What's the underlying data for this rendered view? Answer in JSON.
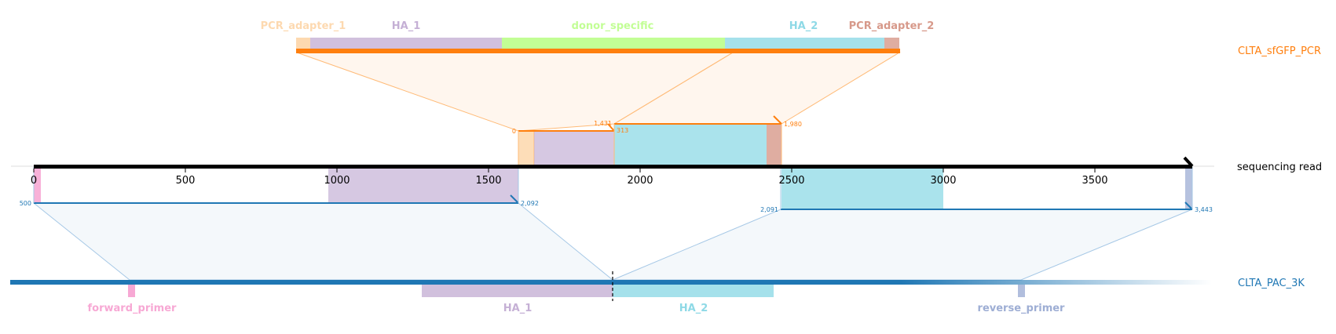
{
  "tracks": {
    "top": {
      "label": "CLTA_sfGFP_PCR",
      "color": "#ff7f0e"
    },
    "middle": {
      "label": "sequencing read",
      "color": "#000000"
    },
    "bottom": {
      "label": "CLTA_PAC_3K",
      "color": "#1f77b4"
    }
  },
  "top_features": [
    {
      "label": "PCR_adapter_1",
      "color": "#fdd9b0"
    },
    {
      "label": "HA_1",
      "color": "#c5b0d5"
    },
    {
      "label": "donor_specific",
      "color": "#c2fe95"
    },
    {
      "label": "HA_2",
      "color": "#8ed9e6"
    },
    {
      "label": "PCR_adapter_2",
      "color": "#d7998a"
    }
  ],
  "bottom_features": [
    {
      "label": "forward_primer",
      "color": "#f7a8d4"
    },
    {
      "label": "HA_1",
      "color": "#c5b0d5"
    },
    {
      "label": "HA_2",
      "color": "#8ed9e6"
    },
    {
      "label": "reverse_primer",
      "color": "#9eaed4"
    }
  ],
  "axis": {
    "ticks": [
      "0",
      "500",
      "1000",
      "1500",
      "2000",
      "2500",
      "3000",
      "3500"
    ]
  },
  "alignments": {
    "top_a": {
      "start": "0",
      "end": "1,431"
    },
    "top_b": {
      "start": "313",
      "end": "1,980"
    },
    "bottom_a": {
      "start": "500",
      "end": "2,092"
    },
    "bottom_b": {
      "start": "2,091",
      "end": "3,443"
    }
  }
}
